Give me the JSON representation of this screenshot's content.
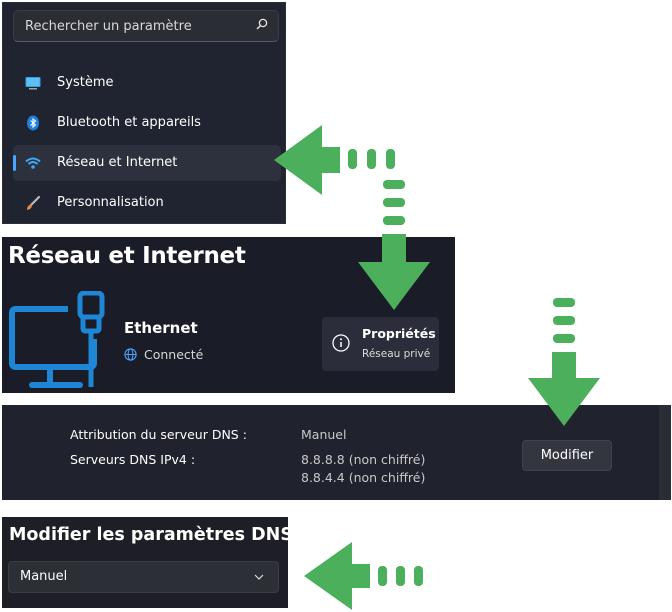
{
  "colors": {
    "arrow": "#4caf5c",
    "accent": "#4aa6ff",
    "panel_bg": "#202330"
  },
  "nav": {
    "search_placeholder": "Rechercher un paramètre",
    "items": [
      {
        "label": "Système",
        "icon": "monitor-icon"
      },
      {
        "label": "Bluetooth et appareils",
        "icon": "bluetooth-icon"
      },
      {
        "label": "Réseau et Internet",
        "icon": "wifi-icon",
        "selected": true
      },
      {
        "label": "Personnalisation",
        "icon": "brush-icon"
      }
    ]
  },
  "network": {
    "title": "Réseau et Internet",
    "connection_name": "Ethernet",
    "connection_status": "Connecté",
    "properties_title": "Propriétés",
    "properties_subtitle": "Réseau privé"
  },
  "dns": {
    "assignment_label": "Attribution du serveur DNS :",
    "assignment_value": "Manuel",
    "ipv4_label": "Serveurs DNS IPv4 :",
    "ipv4_values": [
      "8.8.8.8 (non chiffré)",
      "8.8.4.4 (non chiffré)"
    ],
    "modify_label": "Modifier"
  },
  "dns_settings": {
    "title": "Modifier les paramètres DNS",
    "selected": "Manuel"
  }
}
